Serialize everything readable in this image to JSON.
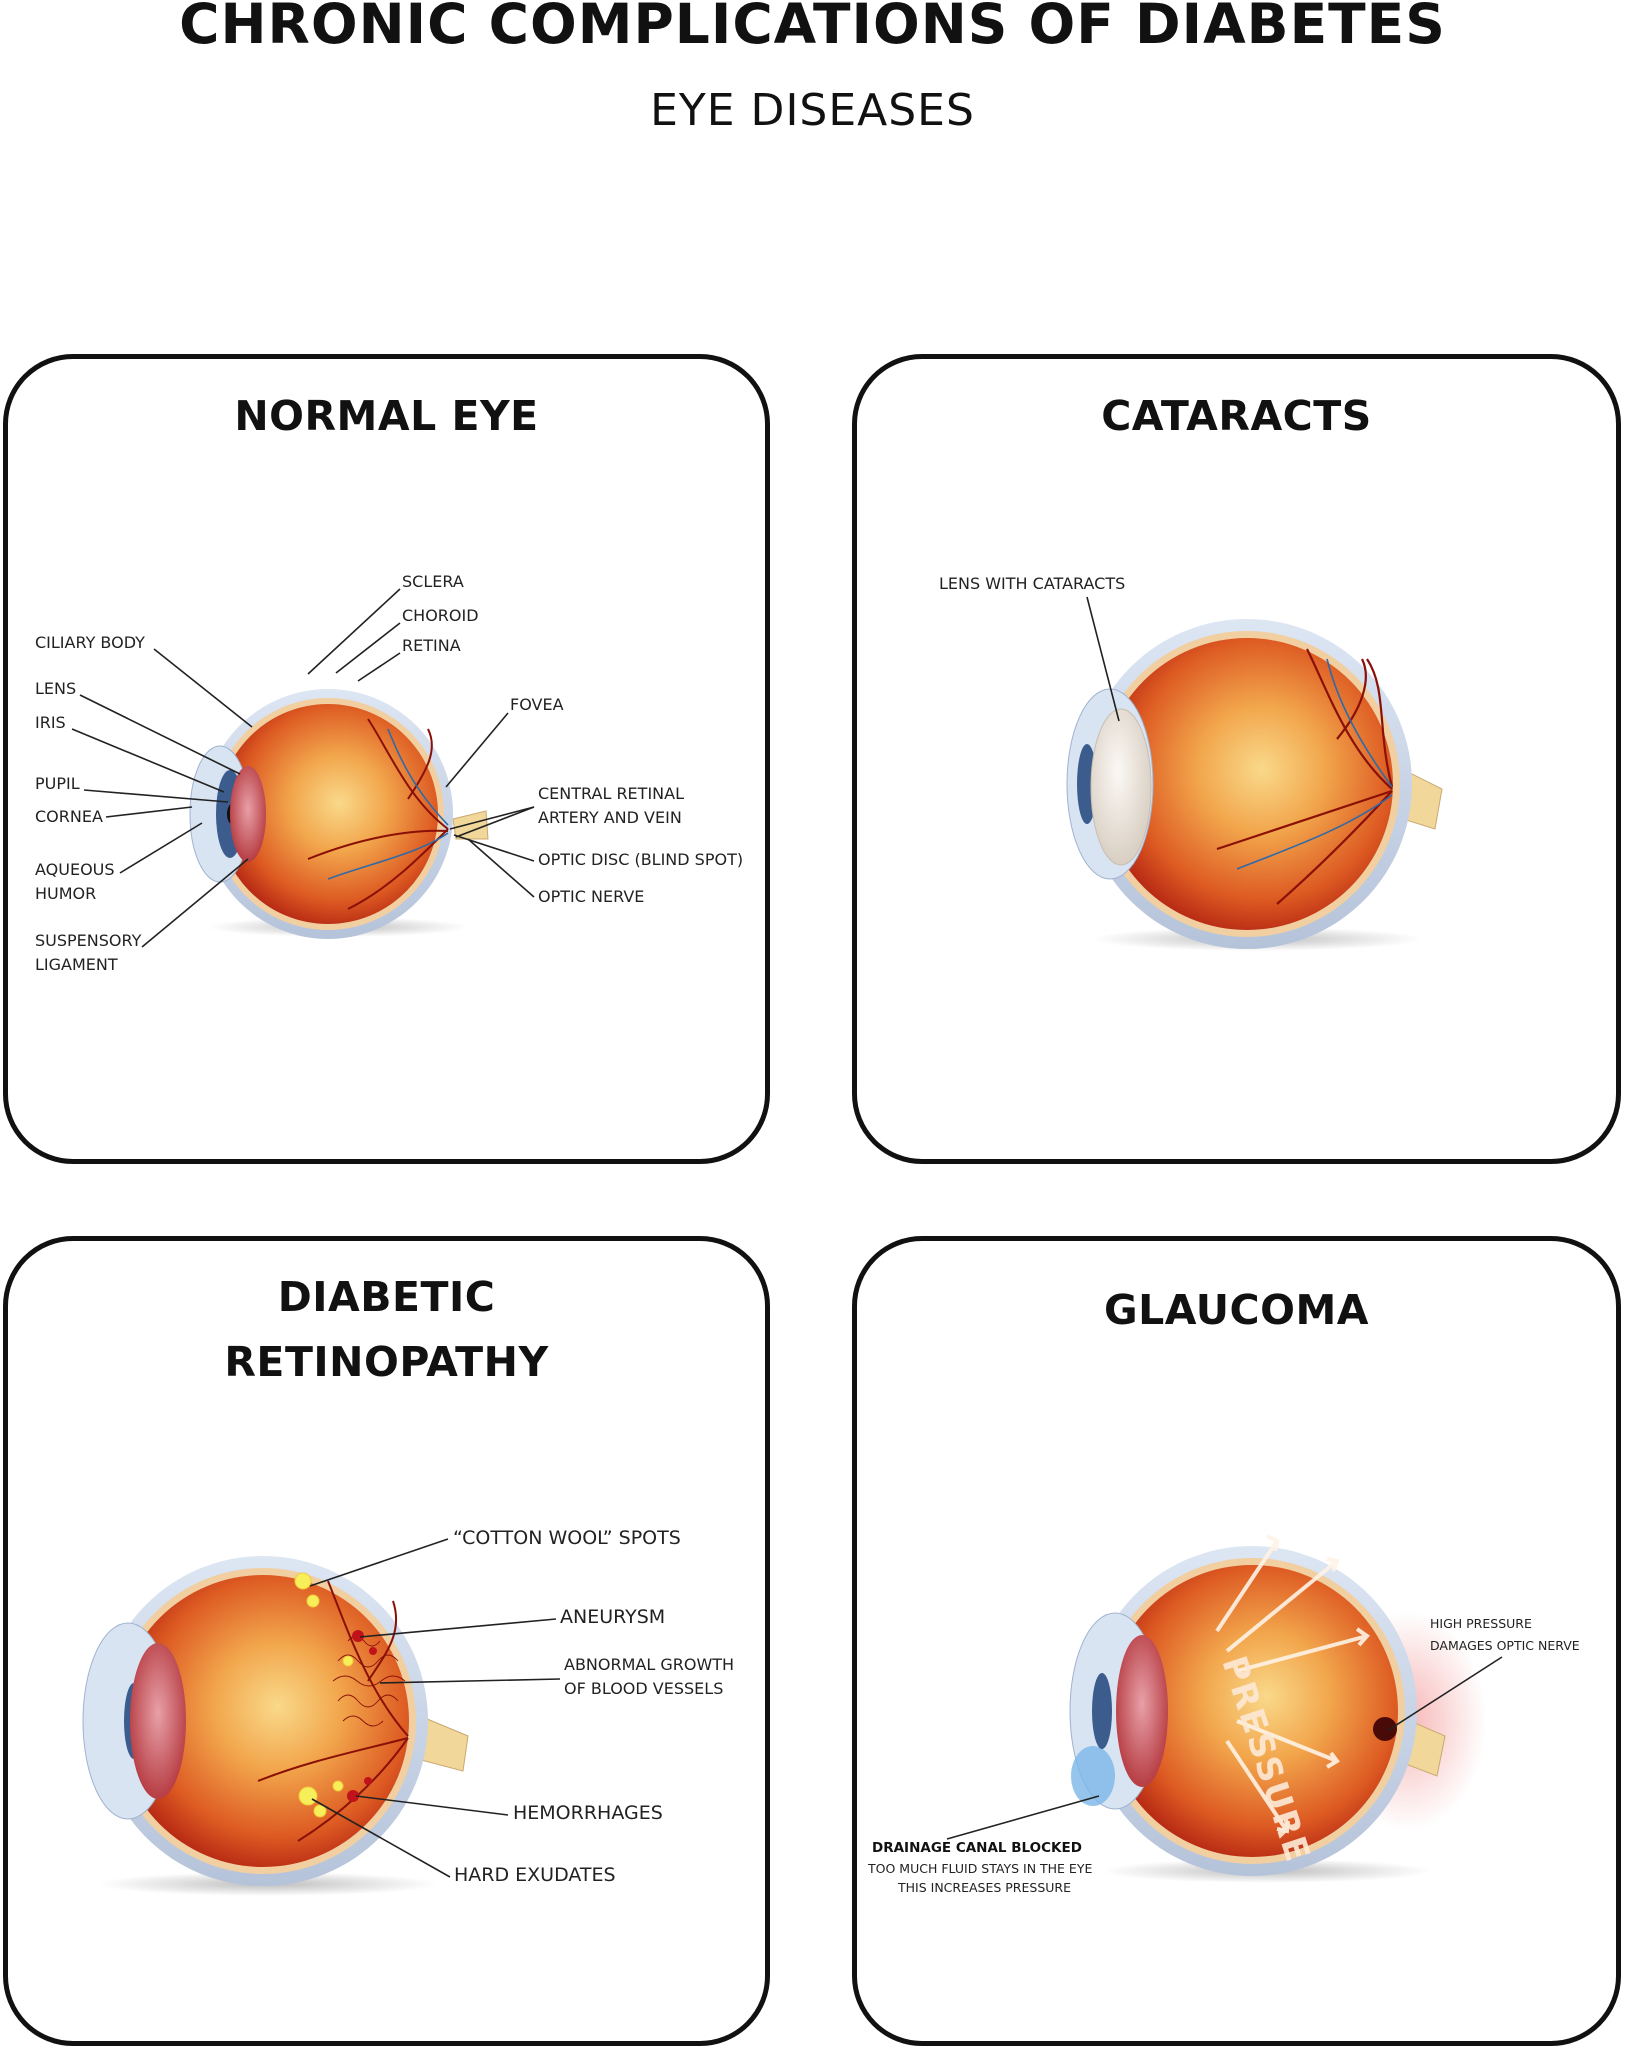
{
  "header": {
    "title": "CHRONIC COMPLICATIONS OF DIABETES",
    "subtitle": "EYE DISEASES"
  },
  "panels": [
    {
      "title": "NORMAL EYE",
      "labels": {
        "sclera": "SCLERA",
        "choroid": "CHOROID",
        "retina": "RETINA",
        "ciliary_body": "CILIARY BODY",
        "lens": "LENS",
        "iris": "IRIS",
        "pupil": "PUPIL",
        "cornea": "CORNEA",
        "aqueous_1": "AQUEOUS",
        "aqueous_2": "HUMOR",
        "suspensory_1": "SUSPENSORY",
        "suspensory_2": "LIGAMENT",
        "fovea": "FOVEA",
        "central_retinal_1": "CENTRAL RETINAL",
        "central_retinal_2": "ARTERY AND VEIN",
        "optic_disc": "OPTIC DISC (BLIND SPOT)",
        "optic_nerve": "OPTIC NERVE"
      }
    },
    {
      "title": "CATARACTS",
      "labels": {
        "lens_cataracts": "LENS WITH CATARACTS"
      }
    },
    {
      "title_line1": "DIABETIC",
      "title_line2": "RETINOPATHY",
      "labels": {
        "cotton_wool": "“COTTON WOOL” SPOTS",
        "aneurysm": "ANEURYSM",
        "abnormal_1": "ABNORMAL GROWTH",
        "abnormal_2": "OF BLOOD VESSELS",
        "hemorrhages": "HEMORRHAGES",
        "hard_exudates": "HARD EXUDATES"
      }
    },
    {
      "title": "GLAUCOMA",
      "labels": {
        "pressure_word": "PRESSURE",
        "high_pressure_1": "HIGH PRESSURE",
        "high_pressure_2": "DAMAGES  OPTIC NERVE",
        "drainage": "DRAINAGE CANAL BLOCKED",
        "fluid": "TOO MUCH FLUID STAYS IN THE EYE",
        "increases": "THIS INCREASES PRESSURE"
      }
    }
  ],
  "colors": {
    "retina_center": "#f6c86a",
    "retina_mid": "#e57a2c",
    "retina_edge": "#b01e12",
    "sclera": "#c7d3e6",
    "choroid": "#f1cfa0",
    "vessels": "#8a1008",
    "cataract_lens": "#ece6df",
    "iris": "#3c5c8e",
    "optic_nerve": "#f2d79a",
    "exudate": "#f6ef5a",
    "drainage_blue": "#7ab6e8"
  }
}
